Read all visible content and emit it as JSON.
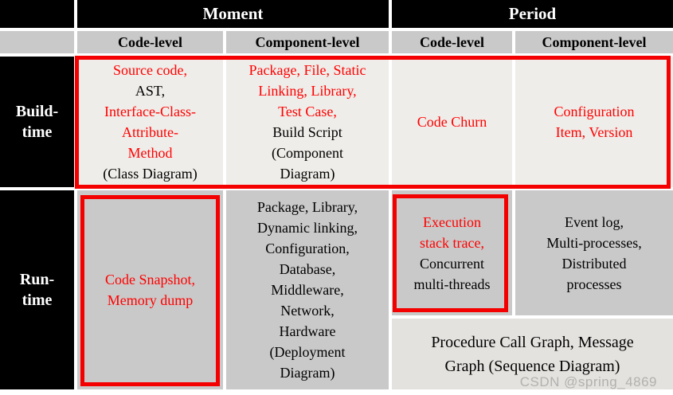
{
  "colors": {
    "red_text": "#ff0000",
    "red_border": "#f40000",
    "black_band": "#000000",
    "header_gray": "#c9c9c9",
    "buildtime_cell_bg": "#efede9",
    "runtime_cell_bg": "#c9c9c9",
    "merged_cell_bg": "#e4e2df",
    "gap_white": "#ffffff"
  },
  "top_header": {
    "moment": "Moment",
    "period": "Period"
  },
  "column_headers": [
    "Code-level",
    "Component-level",
    "Code-level",
    "Component-level"
  ],
  "row_headers": {
    "build": [
      "Build-",
      "time"
    ],
    "run": [
      "Run-",
      "time"
    ]
  },
  "cells": {
    "build_moment_code": {
      "lines": [
        {
          "text": "Source code,",
          "color": "#ff0000"
        },
        {
          "text": "AST,",
          "color": "#000000"
        },
        {
          "text": "Interface-Class-",
          "color": "#ff0000"
        },
        {
          "text": "Attribute-",
          "color": "#ff0000"
        },
        {
          "text": "Method",
          "color": "#ff0000"
        },
        {
          "text": "(Class Diagram)",
          "color": "#000000"
        }
      ]
    },
    "build_moment_component": {
      "lines": [
        {
          "text": "Package, File, Static",
          "color": "#ff0000"
        },
        {
          "text": "Linking, Library,",
          "color": "#ff0000"
        },
        {
          "text": "Test Case,",
          "color": "#ff0000"
        },
        {
          "text": "Build Script",
          "color": "#000000"
        },
        {
          "text": "(Component",
          "color": "#000000"
        },
        {
          "text": "Diagram)",
          "color": "#000000"
        }
      ]
    },
    "build_period_code": {
      "lines": [
        {
          "text": "Code Churn",
          "color": "#ff0000"
        }
      ]
    },
    "build_period_component": {
      "lines": [
        {
          "text": "Configuration",
          "color": "#ff0000"
        },
        {
          "text": "Item, Version",
          "color": "#ff0000"
        }
      ]
    },
    "run_moment_code": {
      "lines": [
        {
          "text": "Code Snapshot,",
          "color": "#ff0000"
        },
        {
          "text": "Memory dump",
          "color": "#ff0000"
        }
      ]
    },
    "run_moment_component": {
      "lines": [
        {
          "text": "Package, Library,",
          "color": "#000000"
        },
        {
          "text": "Dynamic linking,",
          "color": "#000000"
        },
        {
          "text": "Configuration,",
          "color": "#000000"
        },
        {
          "text": "Database,",
          "color": "#000000"
        },
        {
          "text": "Middleware,",
          "color": "#000000"
        },
        {
          "text": "Network,",
          "color": "#000000"
        },
        {
          "text": "Hardware",
          "color": "#000000"
        },
        {
          "text": "(Deployment",
          "color": "#000000"
        },
        {
          "text": "Diagram)",
          "color": "#000000"
        }
      ]
    },
    "run_period_code": {
      "lines": [
        {
          "text": "Execution",
          "color": "#ff0000"
        },
        {
          "text": "stack trace,",
          "color": "#ff0000"
        },
        {
          "text": "Concurrent",
          "color": "#000000"
        },
        {
          "text": "multi-threads",
          "color": "#000000"
        }
      ]
    },
    "run_period_component": {
      "lines": [
        {
          "text": "Event log,",
          "color": "#000000"
        },
        {
          "text": "Multi-processes,",
          "color": "#000000"
        },
        {
          "text": "Distributed",
          "color": "#000000"
        },
        {
          "text": "processes",
          "color": "#000000"
        }
      ]
    },
    "run_period_merged": {
      "lines": [
        {
          "text": "Procedure Call Graph, Message",
          "color": "#000000"
        },
        {
          "text": "Graph (Sequence Diagram)",
          "color": "#000000"
        }
      ]
    }
  },
  "highlight_boxes": [
    {
      "name": "build-time-row-highlight",
      "color": "#f40000"
    },
    {
      "name": "code-snapshot-highlight",
      "color": "#f40000"
    },
    {
      "name": "execution-stack-highlight",
      "color": "#f40000"
    }
  ],
  "watermark": "CSDN @spring_4869"
}
